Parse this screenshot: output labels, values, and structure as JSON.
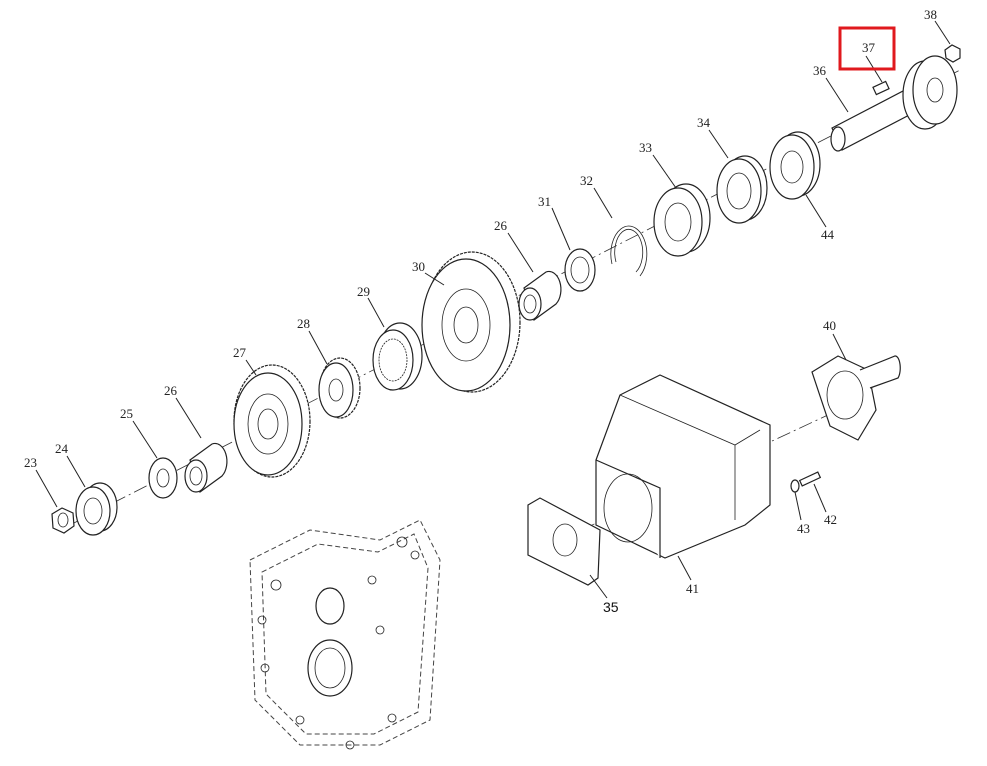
{
  "diagram": {
    "labels": {
      "p23": "23",
      "p24": "24",
      "p25": "25",
      "p26a": "26",
      "p27": "27",
      "p28": "28",
      "p29": "29",
      "p30": "30",
      "p26b": "26",
      "p31": "31",
      "p32": "32",
      "p33": "33",
      "p34": "34",
      "p44": "44",
      "p36": "36",
      "p37": "37",
      "p38": "38",
      "p40": "40",
      "p41": "41",
      "p42": "42",
      "p43": "43",
      "p35": "35"
    },
    "highlighted_part": "37",
    "highlight_color": "#e0191e"
  }
}
